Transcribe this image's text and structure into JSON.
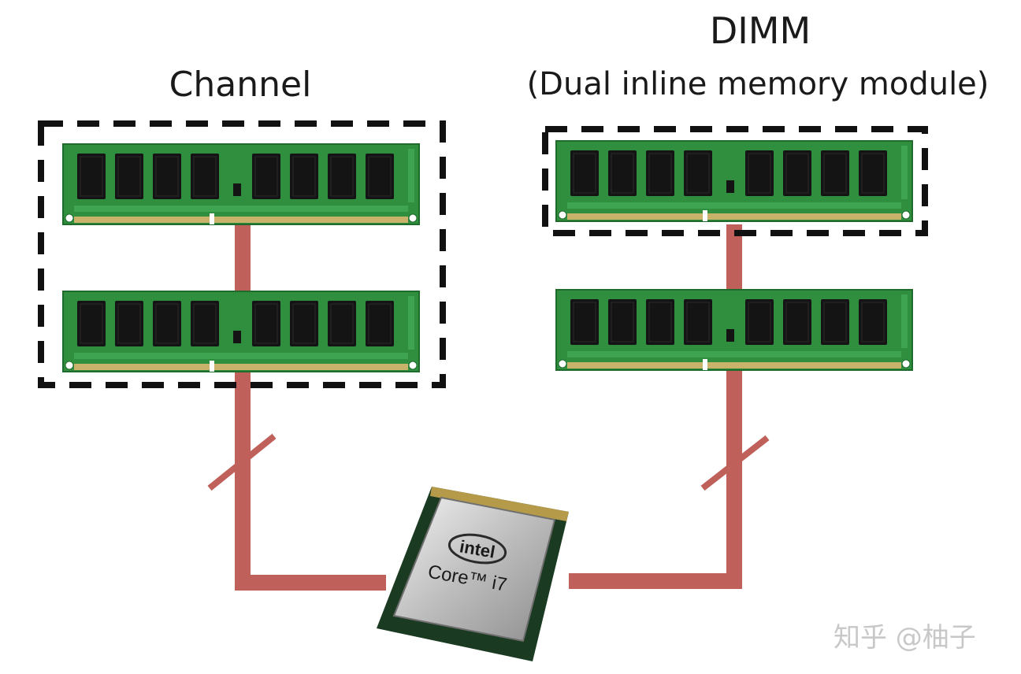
{
  "labels": {
    "channel": "Channel",
    "dimm_title": "DIMM",
    "dimm_subtitle": "(Dual inline memory module)",
    "cpu_brand": "intel",
    "cpu_model": "Core™ i7",
    "watermark": "知乎 @柚子"
  },
  "colors": {
    "bus": "#c0605a",
    "pcb": "#2f8f3f",
    "pcb_dark": "#1f6b2c",
    "chip": "#141414",
    "gold": "#c9b36a",
    "dash": "#111111",
    "cpu_substrate": "#1b3a22",
    "cpu_heatspreader": "#c9c9c9"
  },
  "modules": [
    {
      "id": "left-top"
    },
    {
      "id": "left-bottom"
    },
    {
      "id": "right-top"
    },
    {
      "id": "right-bottom"
    }
  ]
}
